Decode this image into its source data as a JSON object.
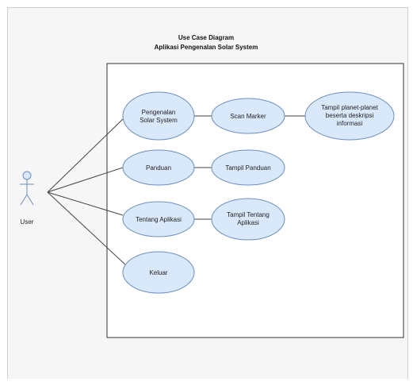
{
  "diagram": {
    "title_line1": "Use Case Diagram",
    "title_line2": "Aplikasi Pengenalan Solar System",
    "actor": {
      "label": "User",
      "icon": "stick-figure-icon"
    },
    "colors": {
      "use_case_fill": "#dae8fc",
      "use_case_stroke": "#6c8ebf",
      "system_stroke": "#333333",
      "line": "#444444"
    },
    "use_cases": {
      "pengenalan": {
        "line1": "Pengenalan",
        "line2": "Solar System"
      },
      "scan_marker": {
        "line1": "Scan Marker"
      },
      "tampil_planet": {
        "line1": "Tampil planet-planet",
        "line2": "beserta deskripsi",
        "line3": "informasi"
      },
      "panduan": {
        "line1": "Panduan"
      },
      "tampil_panduan": {
        "line1": "Tampil Panduan"
      },
      "tentang": {
        "line1": "Tentang Aplikasi"
      },
      "tampil_tentang": {
        "line1": "Tampil Tentang",
        "line2": "Aplikasi"
      },
      "keluar": {
        "line1": "Keluar"
      }
    }
  }
}
